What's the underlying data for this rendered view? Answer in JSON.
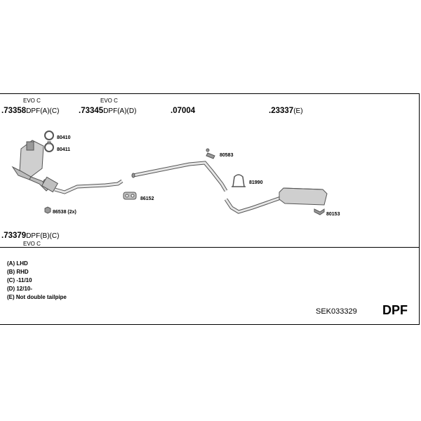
{
  "parts": {
    "p1": {
      "evo": "EVO C",
      "number": ".73358",
      "suffix": "DPF(A)(C)"
    },
    "p2": {
      "evo": "EVO C",
      "number": ".73345",
      "suffix": "DPF(A)(D)"
    },
    "p3": {
      "number": ".07004",
      "suffix": ""
    },
    "p4": {
      "number": ".23337",
      "suffix": "(E)"
    },
    "p5": {
      "evo": "EVO C",
      "number": ".73379",
      "suffix": "DPF(B)(C)"
    }
  },
  "small_parts": {
    "s80410": "80410",
    "s80411": "80411",
    "s86538": "86538 (2x)",
    "s86152": "86152",
    "s80583": "80583",
    "s81990": "81990",
    "s80153": "80153"
  },
  "legend": [
    "(A) LHD",
    "(B) RHD",
    "(C) -11/10",
    "(D) 12/10-",
    "(E) Not double tailpipe"
  ],
  "reference": "SEK033329",
  "badge": "DPF",
  "colors": {
    "line": "#000000",
    "part_fill": "#cfcfcf",
    "part_stroke": "#555555"
  }
}
